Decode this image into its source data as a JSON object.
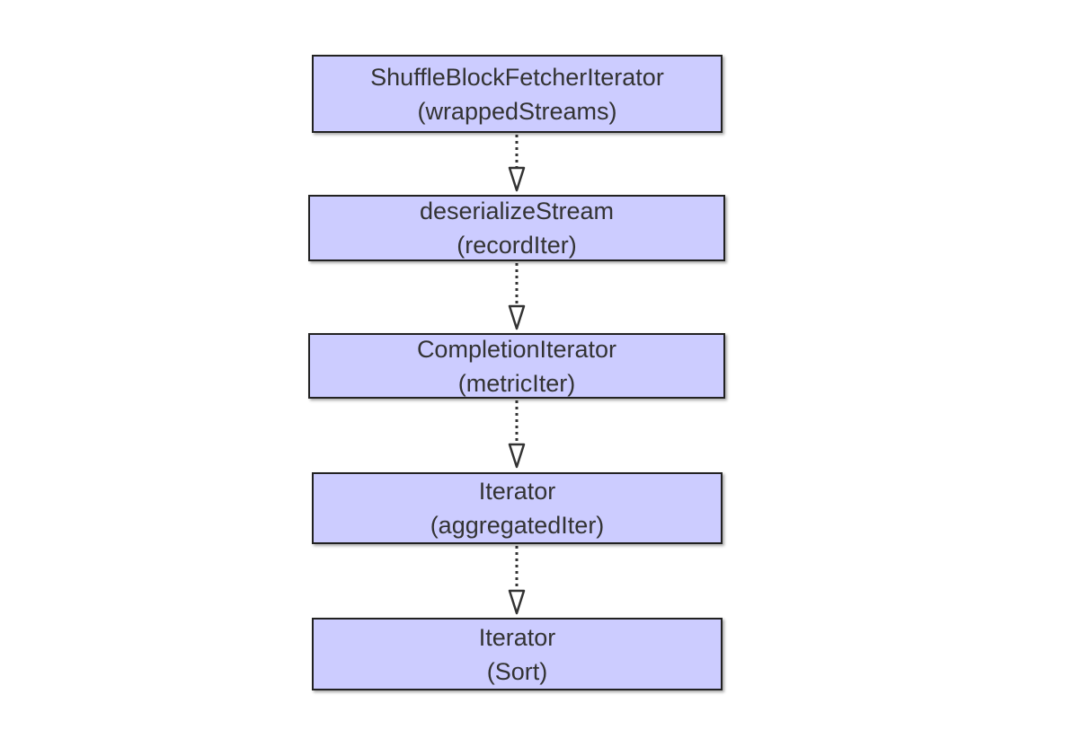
{
  "nodes": [
    {
      "id": "n1",
      "title": "ShuffleBlockFetcherIterator",
      "subtitle": "(wrappedStreams)"
    },
    {
      "id": "n2",
      "title": "deserializeStream",
      "subtitle": "(recordIter)"
    },
    {
      "id": "n3",
      "title": "CompletionIterator",
      "subtitle": "(metricIter)"
    },
    {
      "id": "n4",
      "title": "Iterator",
      "subtitle": "(aggregatedIter)"
    },
    {
      "id": "n5",
      "title": "Iterator",
      "subtitle": "(Sort)"
    }
  ],
  "edges": [
    {
      "from": "n1",
      "to": "n2",
      "style": "dotted"
    },
    {
      "from": "n2",
      "to": "n3",
      "style": "dotted"
    },
    {
      "from": "n3",
      "to": "n4",
      "style": "dotted"
    },
    {
      "from": "n4",
      "to": "n5",
      "style": "dotted"
    }
  ],
  "colors": {
    "node_fill": "#ccccff",
    "node_border": "#222222",
    "text": "#333333",
    "edge": "#333333"
  }
}
